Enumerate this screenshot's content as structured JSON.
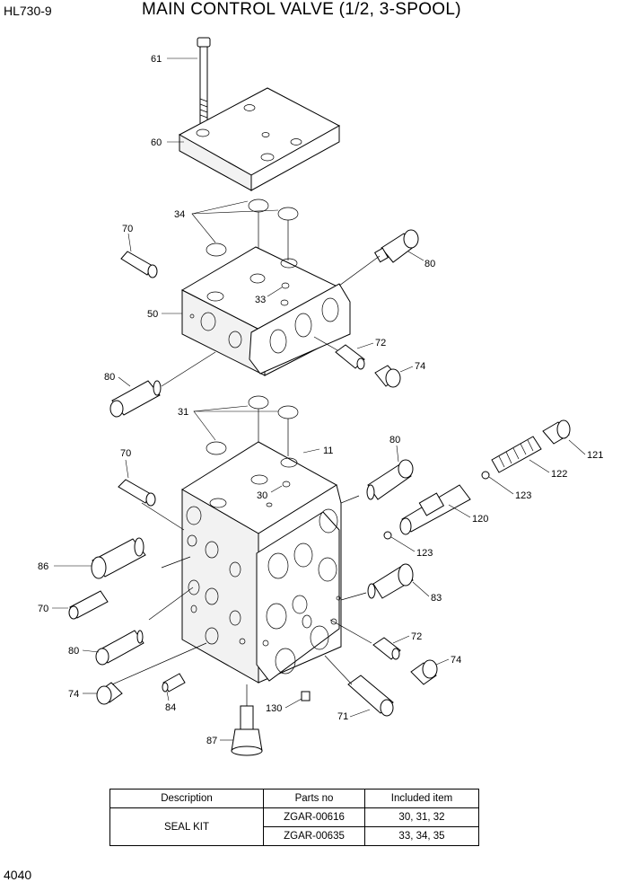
{
  "header": {
    "model": "HL730-9",
    "title": "MAIN CONTROL VALVE (1/2, 3-SPOOL)"
  },
  "callouts": {
    "c61": "61",
    "c60": "60",
    "c34": "34",
    "c70a": "70",
    "c80a": "80",
    "c33": "33",
    "c50": "50",
    "c72a": "72",
    "c74a": "74",
    "c80b": "80",
    "c31": "31",
    "c11": "11",
    "c80c": "80",
    "c121": "121",
    "c70b": "70",
    "c122": "122",
    "c30": "30",
    "c123a": "123",
    "c120": "120",
    "c123b": "123",
    "c86": "86",
    "c83": "83",
    "c70c": "70",
    "c80d": "80",
    "c72b": "72",
    "c74b": "74",
    "c74c": "74",
    "c84": "84",
    "c130": "130",
    "c71": "71",
    "c87": "87"
  },
  "table": {
    "headers": [
      "Description",
      "Parts no",
      "Included item"
    ],
    "description": "SEAL KIT",
    "rows": [
      {
        "parts_no": "ZGAR-00616",
        "included": "30, 31, 32"
      },
      {
        "parts_no": "ZGAR-00635",
        "included": "33, 34, 35"
      }
    ]
  },
  "footer": {
    "page_number": "4040"
  }
}
